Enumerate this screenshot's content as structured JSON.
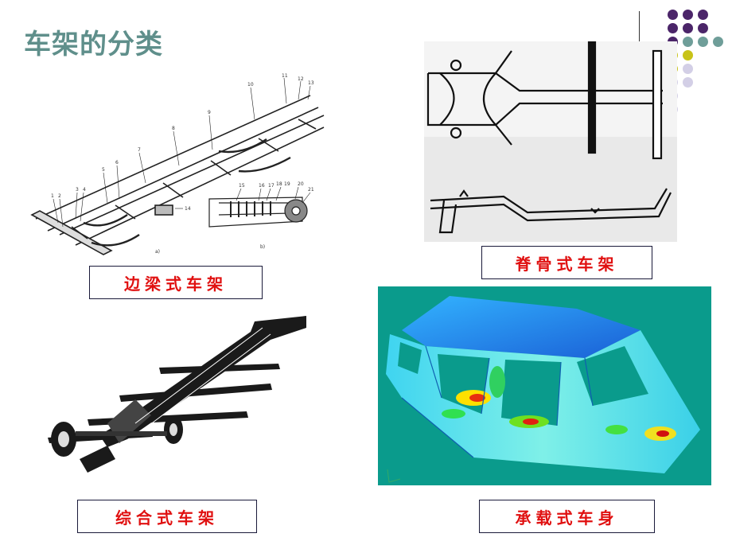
{
  "slide": {
    "title": "车架的分类",
    "accent_colors": {
      "title": "#5f8f8b",
      "dot_purple": "#4b2569",
      "dot_teal": "#6f9e99",
      "dot_olive": "#c8c318",
      "dot_lavender": "#d3cfe6",
      "caption_text": "#e01010"
    }
  },
  "panels": [
    {
      "caption": "边梁式车架",
      "image": "ladder-frame-drawing",
      "labels": [
        "1",
        "2",
        "3",
        "4",
        "5",
        "6",
        "7",
        "8",
        "9",
        "10",
        "11",
        "12",
        "13",
        "14",
        "15",
        "16",
        "17",
        "18",
        "19",
        "20",
        "21",
        "a)",
        "b)"
      ]
    },
    {
      "caption": "脊骨式车架",
      "image": "backbone-frame-drawing"
    },
    {
      "caption": "综合式车架",
      "image": "combined-frame-drawing"
    },
    {
      "caption": "承载式车身",
      "image": "unibody-fea-render"
    }
  ]
}
